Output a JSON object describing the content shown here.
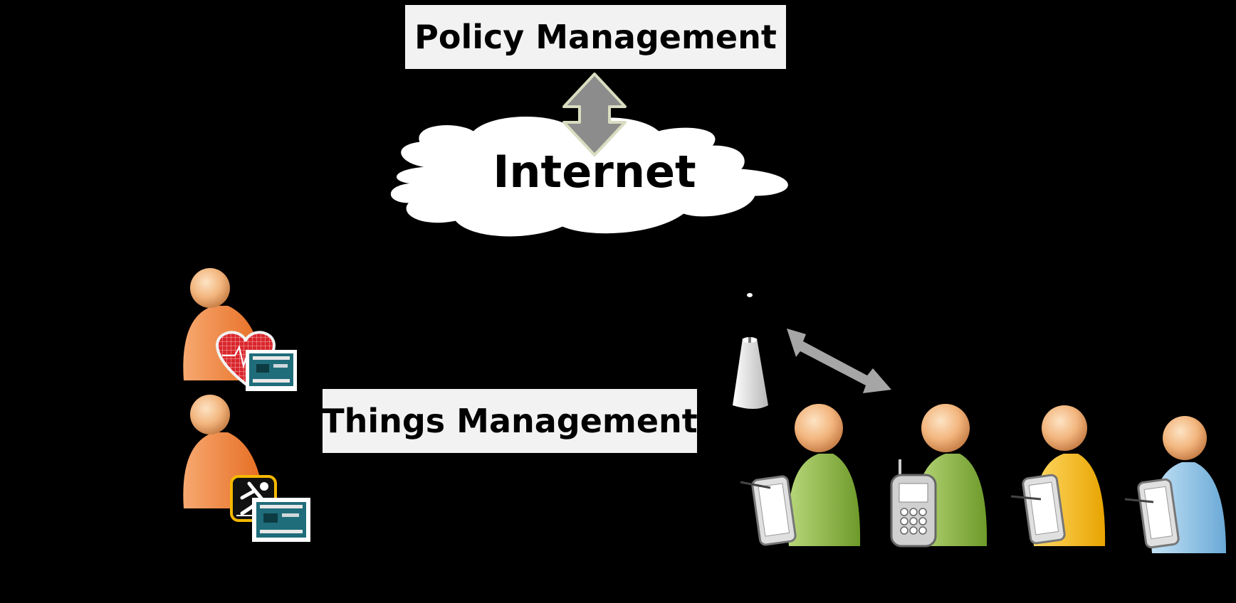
{
  "diagram": {
    "policy_label": "Policy Management",
    "internet_label": "Internet",
    "things_label": "Things Management"
  },
  "colors": {
    "background": "#000000",
    "label_box": "#f2f2f2",
    "arrow": "#9a9a9a",
    "cloud": "#ffffff",
    "person_orange": "#f08a3c",
    "person_green": "#8fb845",
    "person_yellow": "#f5b800",
    "person_blue": "#8cc3e8",
    "heart_red": "#d9262c"
  }
}
